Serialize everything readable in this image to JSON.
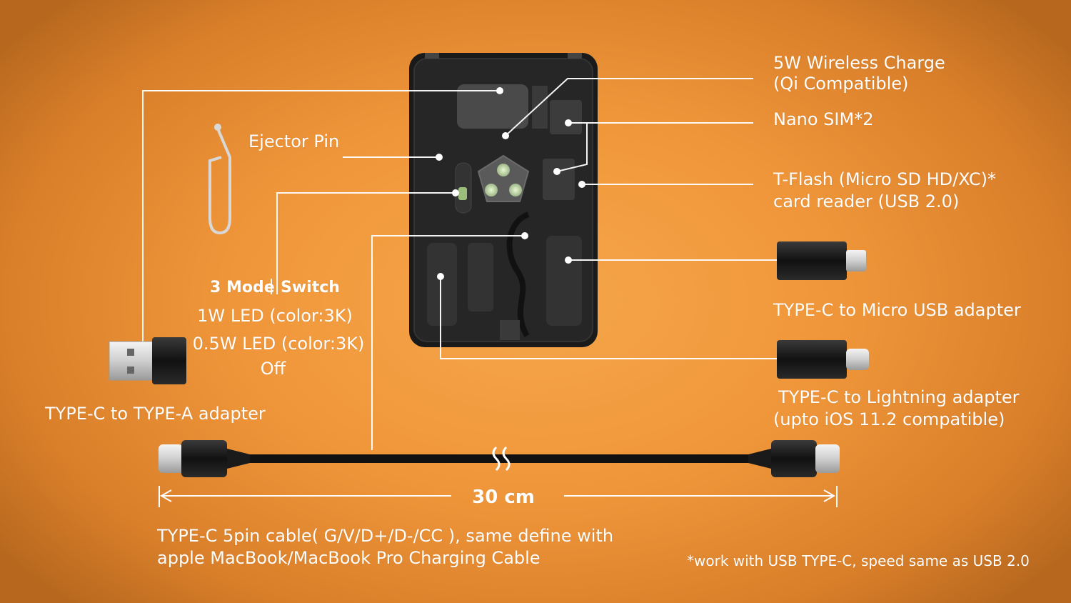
{
  "labels": {
    "wireless_charge": "5W Wireless Charge",
    "qi_compatible": "(Qi Compatible)",
    "nano_sim": "Nano SIM*2",
    "tflash_line1": "T-Flash (Micro SD HD/XC)*",
    "tflash_line2": "card reader (USB 2.0)",
    "ejector_pin": "Ejector Pin",
    "mode_switch_a": "3 Mode",
    "mode_switch_b": "Switch",
    "mode_1": "1W LED (color:3K)",
    "mode_2": "0.5W LED (color:3K)",
    "mode_3": "Off",
    "micro_usb_adapter": "TYPE-C to Micro USB adapter",
    "lightning_adapter_line1": "TYPE-C to Lightning adapter",
    "lightning_adapter_line2": "(upto iOS 11.2 compatible)",
    "type_a_adapter": "TYPE-C to TYPE-A adapter",
    "cable_length": "30 cm",
    "cable_desc_line1": "TYPE-C 5pin cable( G/V/D+/D-/CC ), same define with",
    "cable_desc_line2": "apple MacBook/MacBook Pro Charging Cable",
    "footnote": "*work with USB TYPE-C, speed same as USB 2.0"
  },
  "colors": {
    "background": "#f0963a",
    "leader_line": "#ffffff",
    "device_body": "#1c1c1c",
    "led_glow": "#d7f0b8"
  },
  "icons": [
    "ejector-pin-icon",
    "usb-type-a-adapter-icon",
    "micro-usb-adapter-icon",
    "lightning-adapter-icon",
    "usb-c-cable-icon",
    "card-device-icon"
  ]
}
